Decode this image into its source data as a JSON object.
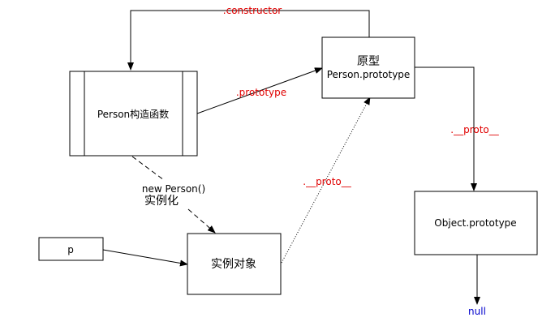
{
  "nodes": {
    "constructor_fn": {
      "label": "Person构造函数"
    },
    "prototype": {
      "title": "原型",
      "subtitle": "Person.prototype"
    },
    "instance": {
      "label": "实例对象"
    },
    "p_var": {
      "label": "p"
    },
    "object_prototype": {
      "label": "Object.prototype"
    }
  },
  "edges": {
    "constructor": {
      "label": ".constructor"
    },
    "prototype": {
      "label": ".prototype"
    },
    "proto_instance": {
      "label": ".__proto__"
    },
    "proto_prototype": {
      "label": ".__proto__"
    },
    "new_person": {
      "label_line1": "new Person()",
      "label_line2": "实例化"
    },
    "null_end": {
      "label": "null"
    }
  },
  "colors": {
    "edge_label": "#e00000",
    "null_label": "#0000cc",
    "stroke": "#000000"
  }
}
